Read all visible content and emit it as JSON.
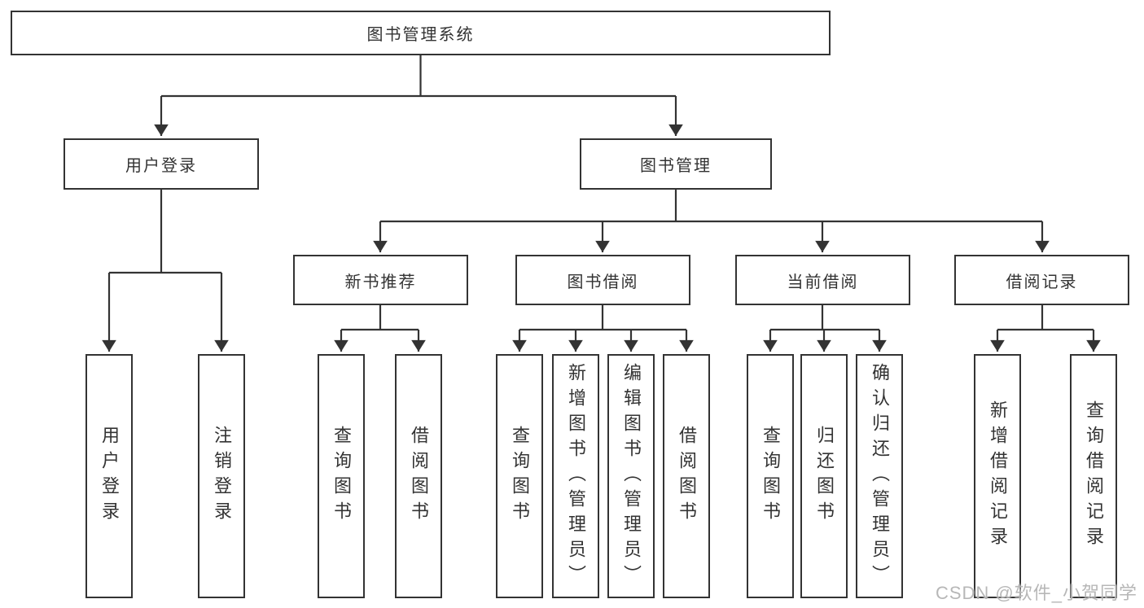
{
  "tree": {
    "root": "图书管理系统",
    "branches": [
      {
        "label": "用户登录",
        "children": [
          "用户登录",
          "注销登录"
        ]
      },
      {
        "label": "图书管理",
        "children": [
          {
            "label": "新书推荐",
            "children": [
              "查询图书",
              "借阅图书"
            ]
          },
          {
            "label": "图书借阅",
            "children": [
              "查询图书",
              "新增图书（管理员）",
              "编辑图书（管理员）",
              "借阅图书"
            ]
          },
          {
            "label": "当前借阅",
            "children": [
              "查询图书",
              "归还图书",
              "确认归还（管理员）"
            ]
          },
          {
            "label": "借阅记录",
            "children": [
              "新增借阅记录",
              "查询借阅记录"
            ]
          }
        ]
      }
    ]
  },
  "watermark": "CSDN @软件_小贺同学",
  "colors": {
    "line": "#333333",
    "text": "#333333",
    "background": "#ffffff",
    "watermark": "#afafaf"
  }
}
